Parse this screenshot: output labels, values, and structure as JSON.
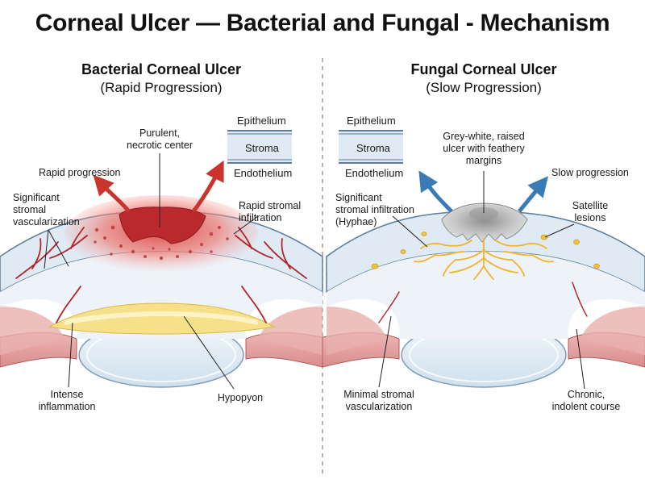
{
  "title": "Corneal Ulcer — Bacterial and Fungal - Mechanism",
  "bacterial": {
    "heading": "Bacterial Corneal Ulcer",
    "subheading": "(Rapid Progression)",
    "labels": {
      "purulent_1": "Purulent,",
      "purulent_2": "necrotic center",
      "rapid_progression": "Rapid progression",
      "vasc_1": "Significant",
      "vasc_2": "stromal",
      "vasc_3": "vascularization",
      "infil_1": "Rapid stromal",
      "infil_2": "infiltration",
      "inflam_1": "Intense",
      "inflam_2": "inflammation",
      "hypopyon": "Hypopyon"
    },
    "legend": {
      "epithelium": "Epithelium",
      "stroma": "Stroma",
      "endothelium": "Endothelium"
    }
  },
  "fungal": {
    "heading": "Fungal Corneal Ulcer",
    "subheading": "(Slow Progression)",
    "labels": {
      "grey_1": "Grey-white, raised",
      "grey_2": "ulcer with feathery",
      "grey_3": "margins",
      "slow_progression": "Slow progression",
      "hyphae_1": "Significant",
      "hyphae_2": "stromal infiltration",
      "hyphae_3": "(Hyphae)",
      "satellite_1": "Satellite",
      "satellite_2": "lesions",
      "minvasc_1": "Minimal stromal",
      "minvasc_2": "vascularization",
      "chronic_1": "Chronic,",
      "chronic_2": "indolent course"
    },
    "legend": {
      "epithelium": "Epithelium",
      "stroma": "Stroma",
      "endothelium": "Endothelium"
    }
  },
  "colors": {
    "cornea": "#dfeaf4",
    "cornea_edge": "#5b7c9c",
    "iris": "#e7a6a6",
    "lens": "#e3eef7",
    "infection_red": "#d93a3a",
    "hypopyon": "#f7e08a",
    "hyphae": "#f0b42e",
    "arrow_red": "#c9352c",
    "arrow_blue": "#3a7bb5",
    "ulcer_grey": "#b8b8b8"
  }
}
